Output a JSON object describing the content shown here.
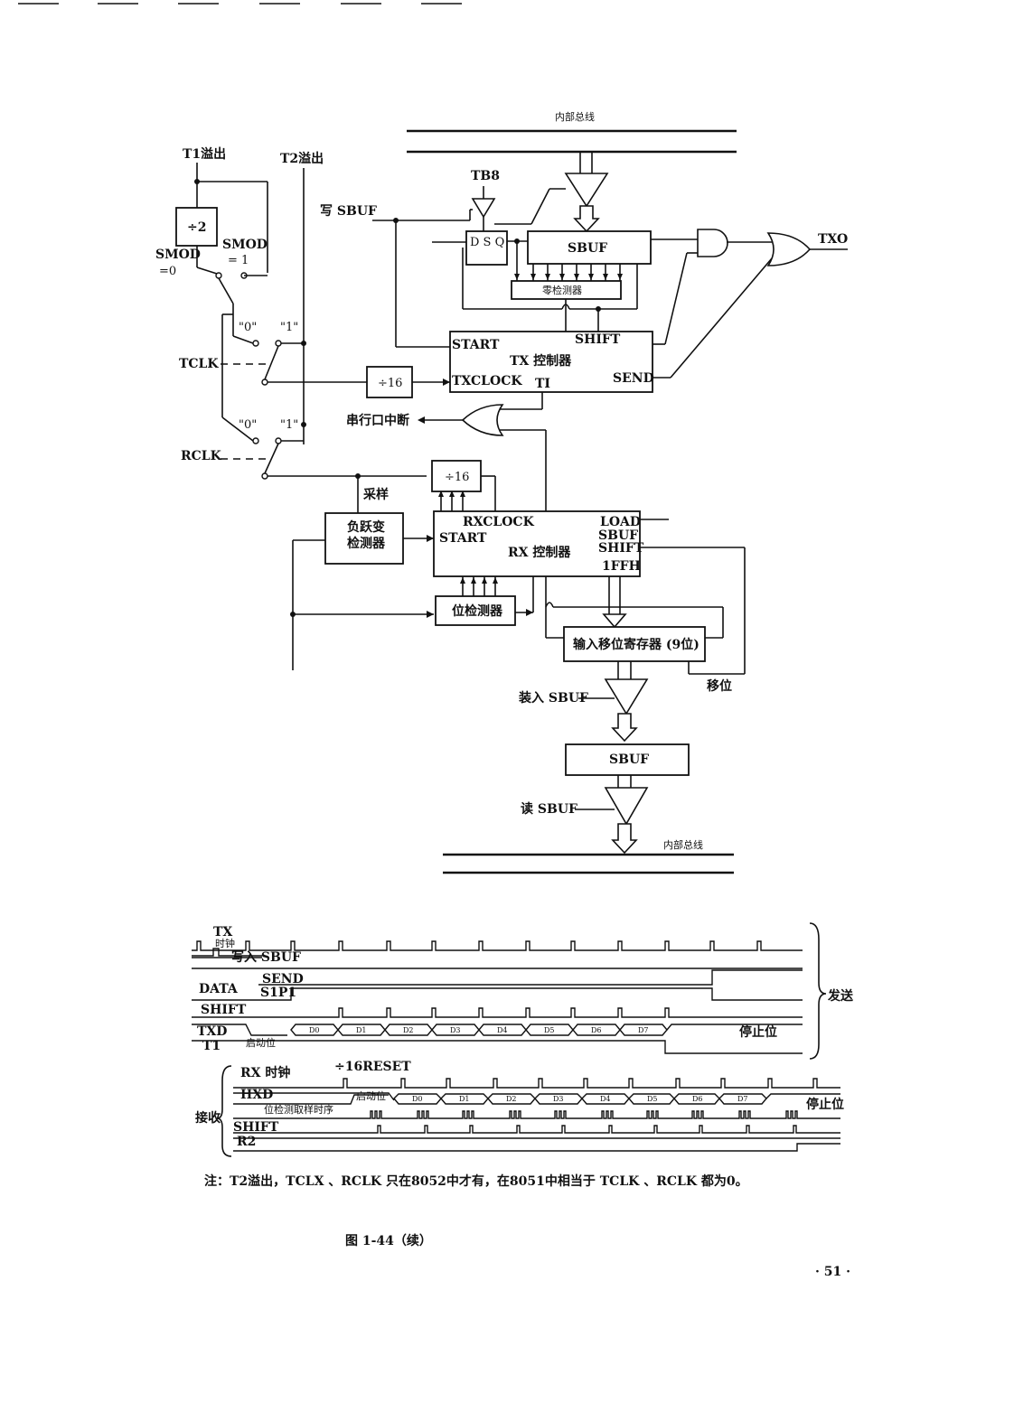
{
  "labels": {
    "bus_top": "内部总线",
    "t1_overflow": "T1溢出",
    "t2_overflow": "T2溢出",
    "div2": "÷2",
    "smod0": "SMOD",
    "smod0_val": "=0",
    "smod1": "SMOD",
    "smod1_val": "= 1",
    "sw_0_tx": "\"0\"",
    "sw_1_tx": "\"1\"",
    "tclk": "TCLK",
    "sw_0_rx": "\"0\"",
    "sw_1_rx": "\"1\"",
    "rclk": "RCLK",
    "tb8": "TB8",
    "write_sbuf": "写 SBUF",
    "dsq": "D S Q",
    "sbuf_tx": "SBUF",
    "txo": "TXO",
    "zero_detector": "零检测器",
    "shift_tx": "SHIFT",
    "start_tx": "START",
    "tx_controller": "TX 控制器",
    "txclock": "TXCLOCK",
    "ti": "TI",
    "send": "SEND",
    "div16_tx": "÷16",
    "serial_interrupt": "串行口中断",
    "div16_rx": "÷16",
    "sample": "采样",
    "neg_jump_line1": "负跃变",
    "neg_jump_line2": "检测器",
    "rxclock": "RXCLOCK",
    "start_rx": "START",
    "rx_controller": "RX 控制器",
    "load": "LOAD",
    "sbuf_rx_ctrl": "SBUF",
    "shift_rx": "SHIFT",
    "ffh": "1FFH",
    "bit_detector": "位检测器",
    "input_shift_reg": "输入移位寄存器 (9位)",
    "shift_cn": "移位",
    "load_sbuf": "装入 SBUF",
    "sbuf_rx": "SBUF",
    "read_sbuf": "读 SBUF",
    "bus_bottom": "内部总线"
  },
  "timing": {
    "tx_clock_line1": "TX",
    "tx_clock_line2": "时钟",
    "write_sbuf": "写入 SBUF",
    "send": "SEND",
    "data": "DATA",
    "s1p1": "S1P1",
    "shift": "SHIFT",
    "txd": "TXD",
    "start_bit_tx": "启动位",
    "stop_bit_tx": "停止位",
    "ti": "T1",
    "send_group": "发送",
    "rx_clock": "RX 时钟",
    "reset": "÷16RESET",
    "hxd": "HXD",
    "start_bit_rx": "启动位",
    "bit_sample": "位检测取样时序",
    "stop_bit_rx": "停止位",
    "shift_rx": "SHIFT",
    "ri": "R2",
    "receive_group": "接收",
    "data_bits": [
      "D0",
      "D1",
      "D2",
      "D3",
      "D4",
      "D5",
      "D6",
      "D7"
    ]
  },
  "footer": {
    "note": "注：T2溢出，TCLX 、RCLK 只在8052中才有，在8051中相当于 TCLK 、RCLK 都为0。",
    "caption": "图 1-44（续）",
    "page_number": "· 51 ·"
  }
}
